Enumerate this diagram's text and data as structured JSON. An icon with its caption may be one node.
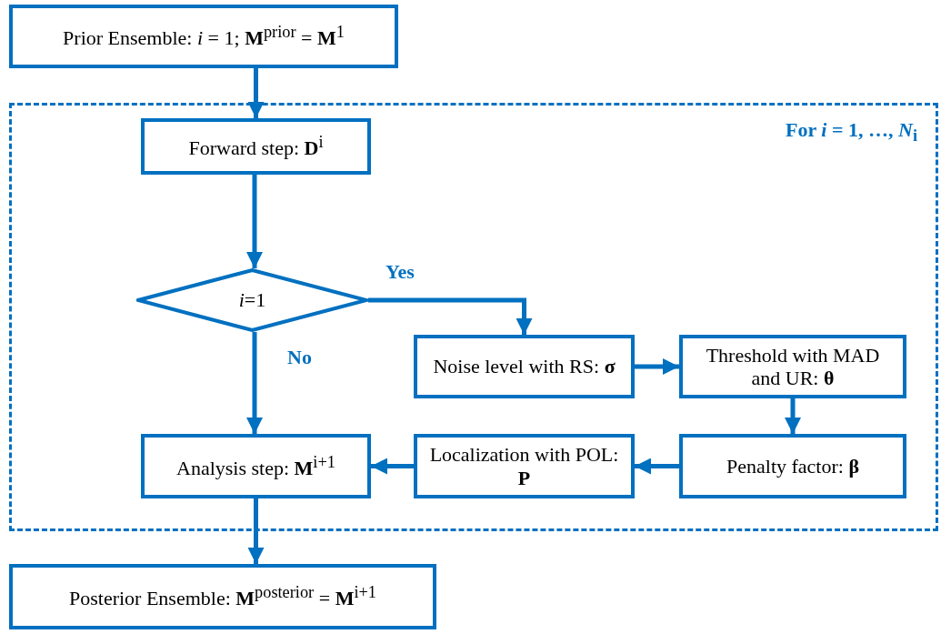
{
  "diagram": {
    "nodes": [
      {
        "text": [
          "Prior Ensemble: *i* = 1; **M**$^{prior}$ = **M**$^{1}$"
        ]
      },
      {
        "text": [
          "For *i* = 1, …, *N*$_{i}$"
        ]
      },
      {
        "text": [
          "Forward step: **D**$^{i}$"
        ],
        "in": 1
      },
      {
        "text": [
          "*i*=1"
        ],
        "in": 1
      },
      {
        "text": [
          "Noise level with RS: **σ**"
        ],
        "in": 1
      },
      {
        "text": [
          "Threshold with MAD and UR: **θ**"
        ],
        "in": 1
      },
      {
        "text": [
          "Analysis step: **M**$^{i+1}$"
        ],
        "in": 1
      },
      {
        "text": [
          "Localization with POL: **P**"
        ],
        "in": 1
      },
      {
        "text": [
          "Penalty factor: **β**"
        ],
        "in": 1
      },
      {
        "text": [
          "Posterior Ensemble: **M**$^{posterior}$ = **M**$^{i+1}$"
        ]
      }
    ],
    "edges": [
      {
        "from": 0,
        "to": 2,
        "arrow": "to"
      },
      {
        "from": 2,
        "to": 3,
        "arrow": "to"
      },
      {
        "from": 3,
        "to": 4,
        "arrow": "to",
        "label": "Yes"
      },
      {
        "from": 3,
        "to": 6,
        "arrow": "to",
        "label": "No"
      },
      {
        "from": 4,
        "to": 5,
        "arrow": "to"
      },
      {
        "from": 5,
        "to": 8,
        "arrow": "to"
      },
      {
        "from": 8,
        "to": 7,
        "arrow": "to"
      },
      {
        "from": 7,
        "to": 6,
        "arrow": "to"
      },
      {
        "from": 6,
        "to": 9,
        "arrow": "to"
      }
    ]
  }
}
